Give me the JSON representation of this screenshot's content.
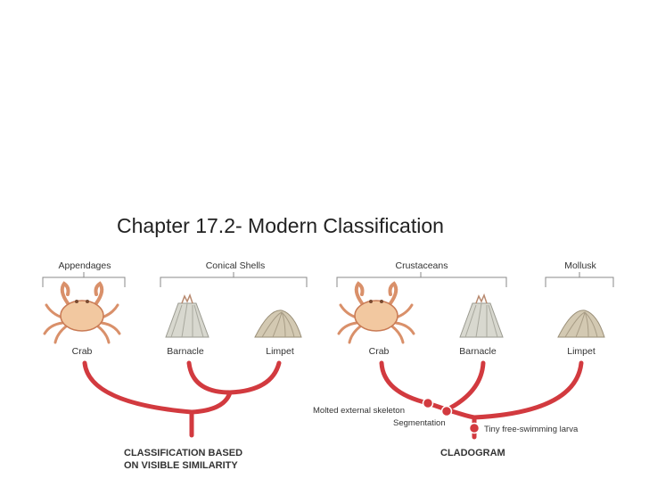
{
  "title": "Chapter 17.2- Modern Classification",
  "colors": {
    "branch": "#d23a3f",
    "crab": "#f2c8a0",
    "shell": "#cfcfc4"
  },
  "left_diagram": {
    "group_labels": [
      "Appendages",
      "Conical Shells"
    ],
    "organisms": [
      "Crab",
      "Barnacle",
      "Limpet"
    ],
    "caption_line1": "CLASSIFICATION BASED",
    "caption_line2": "ON VISIBLE SIMILARITY"
  },
  "right_diagram": {
    "group_labels": [
      "Crustaceans",
      "Mollusk"
    ],
    "organisms": [
      "Crab",
      "Barnacle",
      "Limpet"
    ],
    "traits": [
      "Molted external skeleton",
      "Segmentation",
      "Tiny free-swimming larva"
    ],
    "caption": "CLADOGRAM"
  }
}
